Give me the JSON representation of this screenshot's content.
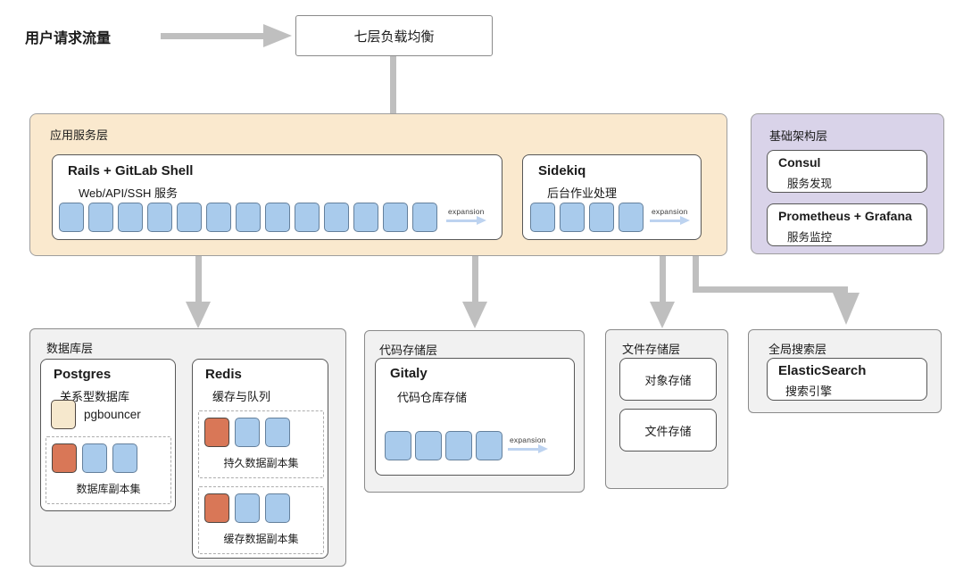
{
  "flow": {
    "user_traffic_label": "用户请求流量",
    "load_balancer_label": "七层负载均衡"
  },
  "app_layer": {
    "label": "应用服务层",
    "rails": {
      "title": "Rails + GitLab Shell",
      "subtitle": "Web/API/SSH 服务",
      "node_count": 13,
      "expansion_label": "expansion"
    },
    "sidekiq": {
      "title": "Sidekiq",
      "subtitle": "后台作业处理",
      "node_count": 4,
      "expansion_label": "expansion"
    }
  },
  "infra_layer": {
    "label": "基础架构层",
    "items": [
      {
        "title": "Consul",
        "subtitle": "服务发现"
      },
      {
        "title": "Prometheus + Grafana",
        "subtitle": "服务监控"
      }
    ]
  },
  "database_layer": {
    "label": "数据库层",
    "postgres": {
      "title": "Postgres",
      "subtitle": "关系型数据库",
      "pgbouncer_label": "pgbouncer",
      "replica_set": {
        "label": "数据库副本集",
        "nodes": [
          "primary",
          "replica",
          "replica"
        ]
      }
    },
    "redis": {
      "title": "Redis",
      "subtitle": "缓存与队列",
      "replica_sets": [
        {
          "label": "持久数据副本集",
          "nodes": [
            "primary",
            "replica",
            "replica"
          ]
        },
        {
          "label": "缓存数据副本集",
          "nodes": [
            "primary",
            "replica",
            "replica"
          ]
        }
      ]
    }
  },
  "code_storage_layer": {
    "label": "代码存储层",
    "gitaly": {
      "title": "Gitaly",
      "subtitle": "代码仓库存储",
      "node_count": 4,
      "expansion_label": "expansion"
    }
  },
  "file_storage_layer": {
    "label": "文件存储层",
    "items": [
      "对象存储",
      "文件存储"
    ]
  },
  "search_layer": {
    "label": "全局搜索层",
    "elasticsearch": {
      "title": "ElasticSearch",
      "subtitle": "搜索引擎"
    }
  },
  "colors": {
    "app_layer_bg": "#fae9ce",
    "infra_layer_bg": "#d9d3e9",
    "gray_layer_bg": "#f1f1f1",
    "replica_node": "#a9cbec",
    "primary_node": "#d97757",
    "pgbouncer_node": "#f6e8cd",
    "flow_arrow": "#bfbfbf",
    "expansion_arrow": "#bdd3f0"
  }
}
